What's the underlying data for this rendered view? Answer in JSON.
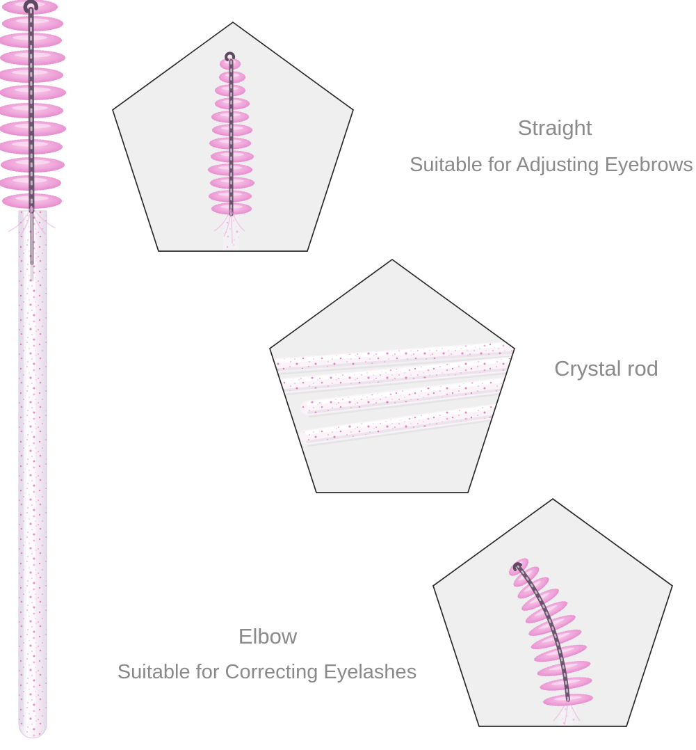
{
  "callouts": {
    "straight": {
      "title": "Straight",
      "subtitle": "Suitable for Adjusting Eyebrows"
    },
    "crystal": {
      "title": "Crystal rod"
    },
    "elbow": {
      "title": "Elbow",
      "subtitle": "Suitable for Correcting Eyelashes"
    }
  },
  "images": {
    "full_brush": "pink-spoolie-brush-with-crystal-glitter-handle",
    "straight_detail": "straight-brush-tip-in-pentagon",
    "crystal_detail": "glitter-crystal-rods-in-pentagon",
    "elbow_detail": "curved-elbow-brush-in-pentagon"
  },
  "colors": {
    "background": "#ffffff",
    "pentagon_fill": "#f0eff0",
    "pentagon_stroke": "#2a2a2a",
    "label_text": "#8a8a8a",
    "bristle_pink": "#efa5da",
    "wire_dark": "#5d4960",
    "glitter_pink": "#df64b2",
    "rod_clear": "#faf4f9"
  }
}
